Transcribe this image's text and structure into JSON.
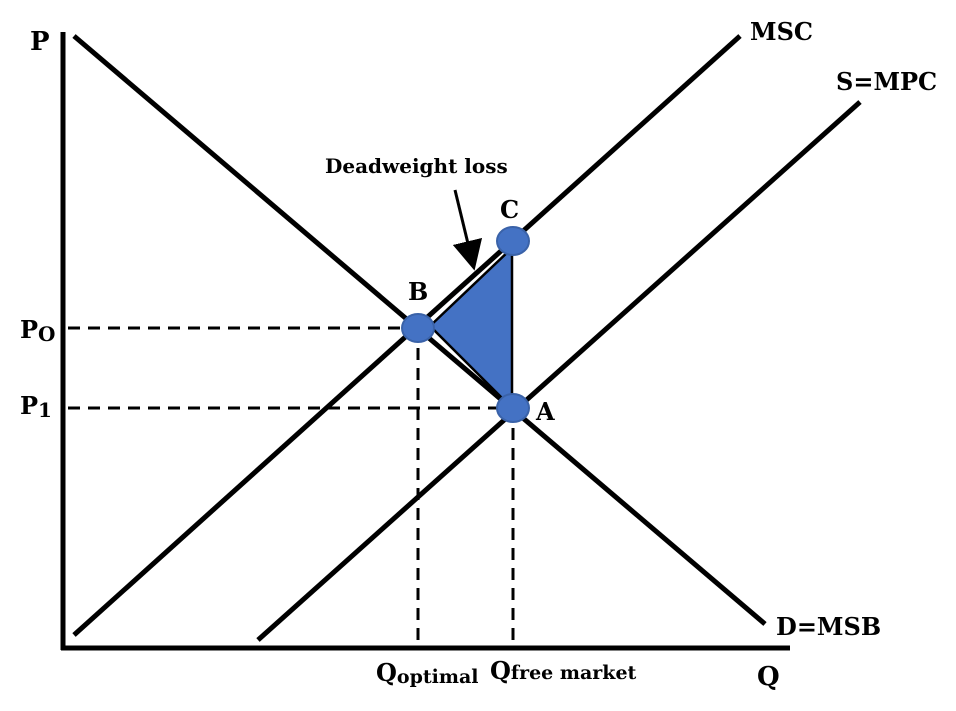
{
  "diagram": {
    "axes": {
      "y_label": "P",
      "x_label": "Q"
    },
    "curves": {
      "msc": "MSC",
      "supply": "S=MPC",
      "demand": "D=MSB"
    },
    "points": {
      "a": "A",
      "b": "B",
      "c": "C"
    },
    "prices": {
      "p0_main": "P",
      "p0_sub": "O",
      "p1_main": "P",
      "p1_sub": "1"
    },
    "quantities": {
      "optimal_main": "Q",
      "optimal_sub": "optimal",
      "free_main": "Q",
      "free_sub": "free market"
    },
    "annotation": "Deadweight loss",
    "colors": {
      "line": "#000000",
      "dot": "#4472C4",
      "triangle": "#4472C4",
      "dot_stroke": "#3A62A8"
    }
  }
}
